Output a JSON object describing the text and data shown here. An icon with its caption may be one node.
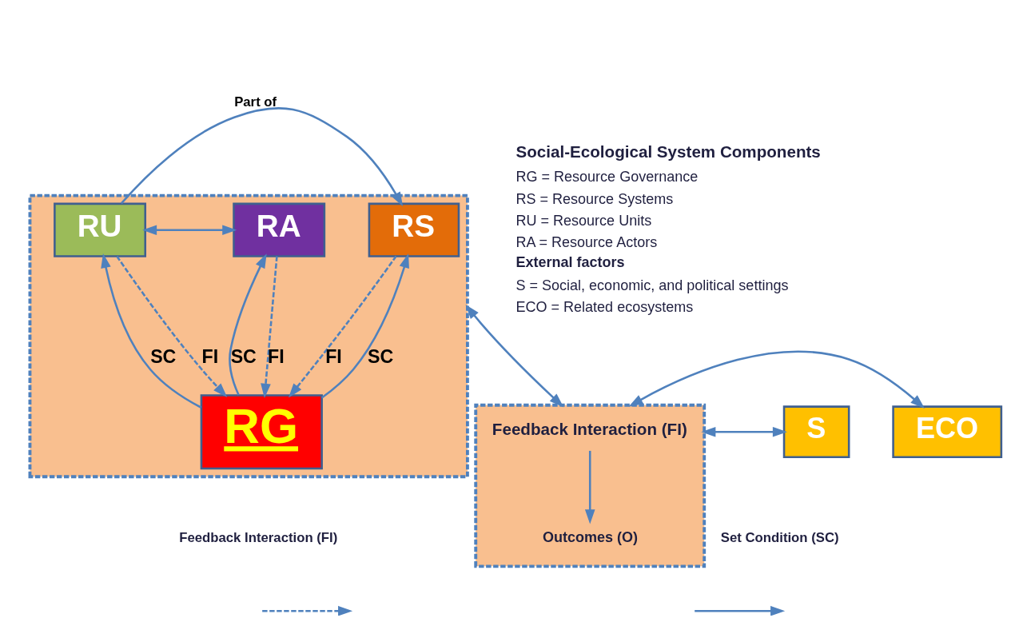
{
  "diagram": {
    "nodes": [
      {
        "text": [],
        "shape": "box"
      },
      {
        "text": [
          "RS"
        ],
        "in": 0
      },
      {
        "text": [
          "RU"
        ],
        "in": 0
      },
      {
        "text": [
          "RA"
        ],
        "in": 0
      },
      {
        "text": [
          "RG"
        ],
        "in": 0
      },
      {
        "text": [],
        "shape": "box"
      },
      {
        "text": [
          "Feedback Interaction (FI)"
        ],
        "in": 5
      },
      {
        "text": [
          "Outcomes (O)"
        ],
        "in": 5
      },
      {
        "text": [
          "S"
        ]
      },
      {
        "text": [
          "ECO"
        ]
      }
    ],
    "edges": [
      {
        "from": 2,
        "to": 1,
        "arrow": "to",
        "label": "Part of"
      },
      {
        "from": 2,
        "to": 3,
        "arrow": "both"
      },
      {
        "from": 2,
        "to": 4,
        "arrow": "to",
        "style": "dashed",
        "label": "FI"
      },
      {
        "from": 4,
        "to": 2,
        "arrow": "to",
        "label": "SC"
      },
      {
        "from": 1,
        "to": 4,
        "arrow": "to",
        "style": "dashed",
        "label": "FI"
      },
      {
        "from": 4,
        "to": 1,
        "arrow": "to",
        "label": "SC"
      },
      {
        "from": 3,
        "to": 4,
        "arrow": "to",
        "style": "dashed",
        "label": "FI"
      },
      {
        "from": 4,
        "to": 3,
        "arrow": "to",
        "label": "SC"
      },
      {
        "from": 0,
        "to": 5,
        "arrow": "both"
      },
      {
        "from": 8,
        "to": 5,
        "arrow": "both"
      },
      {
        "from": 9,
        "to": 5,
        "arrow": "both"
      },
      {
        "from": 6,
        "to": 7,
        "arrow": "to"
      }
    ],
    "labels": [
      "Social-Ecological System Components",
      "RG = Resource Governance",
      "RS = Resource Systems",
      "RU = Resource Units",
      "RA = Resource Actors",
      "External factors",
      "S = Social, economic, and political settings",
      "ECO = Related ecosystems"
    ],
    "legend": [
      {
        "text": "Feedback Interaction (FI)"
      },
      {
        "text": "Set Condition (SC)"
      }
    ]
  }
}
